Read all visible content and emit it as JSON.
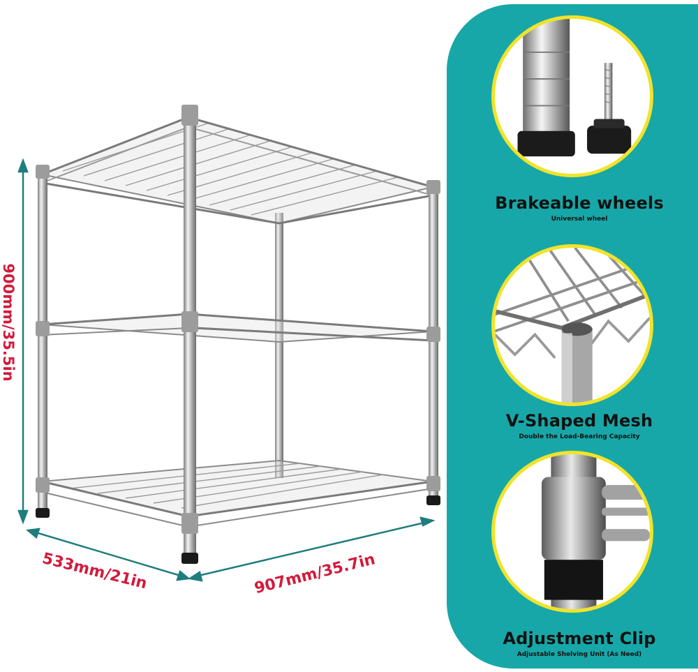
{
  "dimensions": {
    "height": "900mm/35.5in",
    "depth": "533mm/21in",
    "width": "907mm/35.7in"
  },
  "features": [
    {
      "title": "Brakeable wheels",
      "subtitle": "Universal wheel",
      "icon": "leg-foot-detail-icon"
    },
    {
      "title": "V-Shaped Mesh",
      "subtitle": "Double the Load-Bearing Capacity",
      "icon": "mesh-corner-detail-icon"
    },
    {
      "title": "Adjustment Clip",
      "subtitle": "Adjustable Shelving Unit (As Need)",
      "icon": "clip-detail-icon"
    }
  ],
  "colors": {
    "panel": "#18a7a8",
    "ring": "#f1e32a",
    "dimension_text": "#d3193a",
    "arrow": "#1f7d7d"
  }
}
